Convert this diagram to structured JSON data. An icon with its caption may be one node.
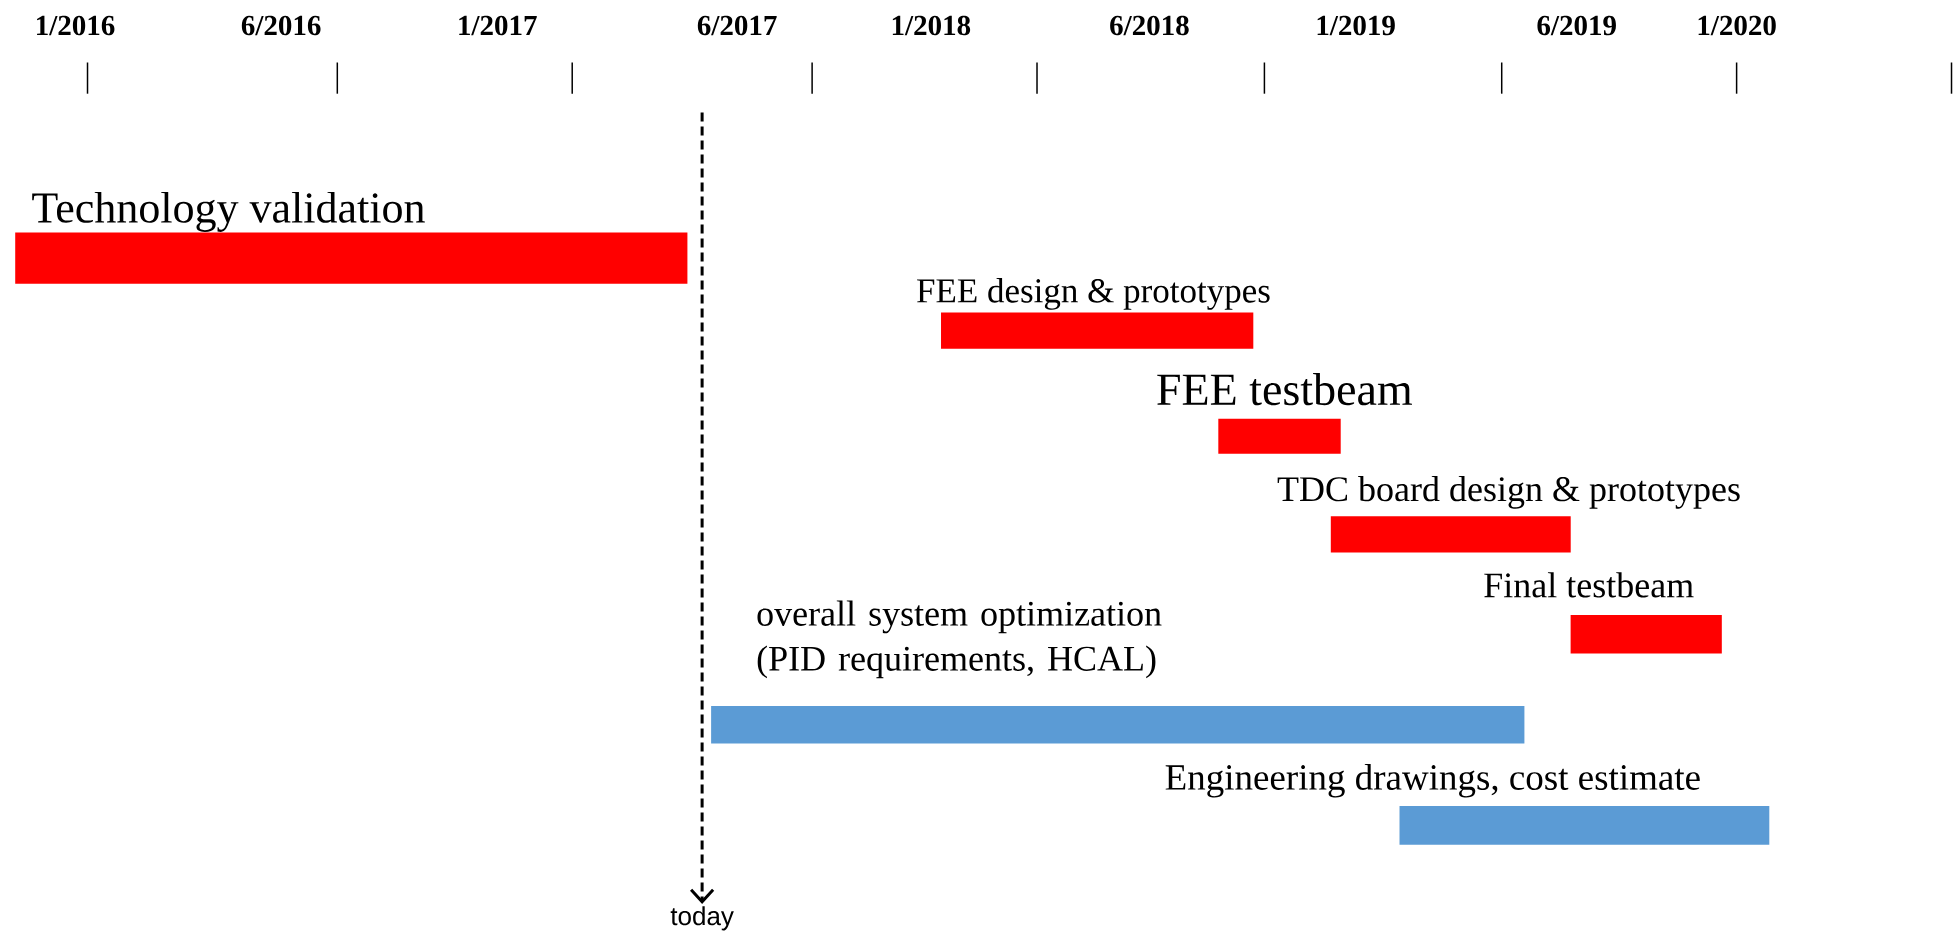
{
  "diagram": {
    "nodes": [
      {
        "text": [
          "Technology validation"
        ]
      },
      {
        "text": [
          "FEE design & prototypes"
        ]
      },
      {
        "text": [
          "FEE testbeam"
        ]
      },
      {
        "text": [
          "TDC board design & prototypes"
        ]
      },
      {
        "text": [
          "Final  testbeam"
        ]
      },
      {
        "text": [
          "overall system optimization (PID requirements, HCAL)"
        ]
      },
      {
        "text": [
          "Engineering drawings, cost estimate"
        ]
      },
      {
        "text": [
          "today"
        ]
      }
    ],
    "edges": [
      {
        "from": null,
        "to": 7,
        "arrow": "to",
        "style": "dashed"
      }
    ],
    "labels": [
      "1/2016",
      "6/2016",
      "1/2017",
      "6/2017",
      "1/2018",
      "6/2018",
      "1/2019",
      "6/2019",
      "1/2020"
    ]
  }
}
